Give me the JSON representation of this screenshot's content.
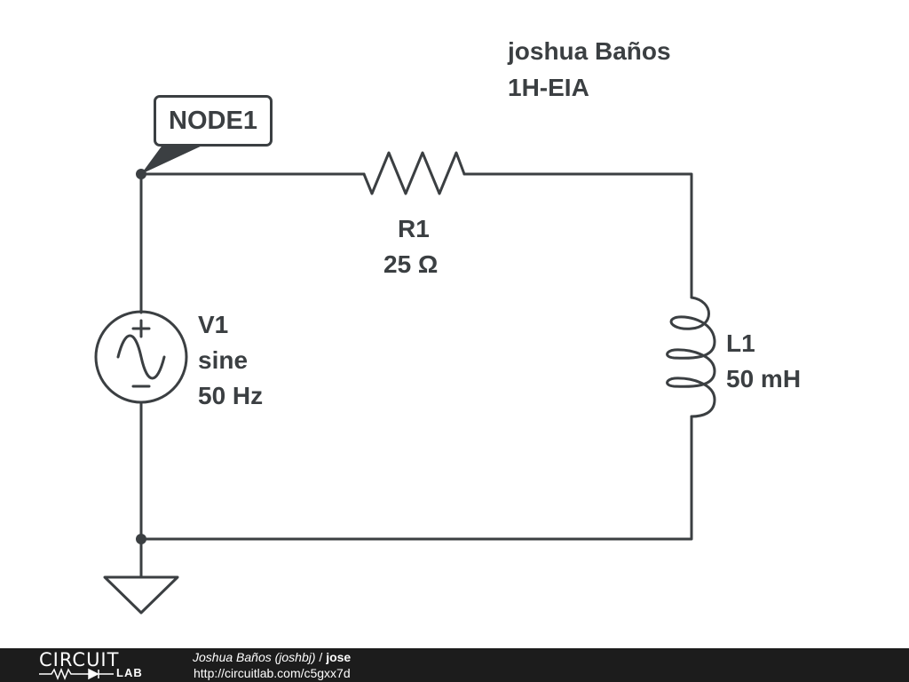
{
  "title": {
    "author": "joshua Baños",
    "class": "1H-EIA"
  },
  "node": {
    "label": "NODE1"
  },
  "components": {
    "resistor": {
      "ref": "R1",
      "value": "25 Ω"
    },
    "source": {
      "ref": "V1",
      "type": "sine",
      "frequency": "50 Hz"
    },
    "inductor": {
      "ref": "L1",
      "value": "50 mH"
    }
  },
  "footer": {
    "logo_top": "CIRCUIT",
    "logo_bottom": "LAB",
    "author": "Joshua Baños (joshbj)",
    "separator": " / ",
    "circuit_name": "jose",
    "url": "http://circuitlab.com/c5gxx7d"
  },
  "colors": {
    "wire": "#3b3f42",
    "footer_bg": "#1c1c1c"
  }
}
